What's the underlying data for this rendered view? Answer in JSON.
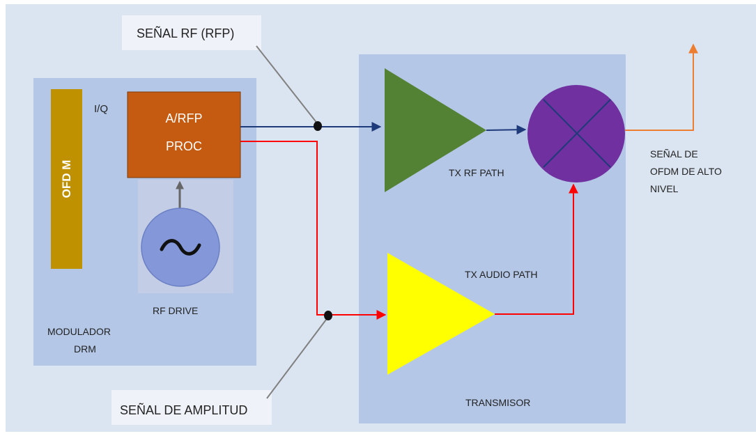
{
  "labels": {
    "ofdm_block": "OFD M",
    "iq": "I/Q",
    "proc_line1": "A/RFP",
    "proc_line2": "PROC",
    "rf_drive": "RF DRIVE",
    "modulador_line1": "MODULADOR",
    "modulador_line2": "DRM",
    "senal_rf": "SEÑAL RF (RFP)",
    "senal_amplitud": "SEÑAL DE AMPLITUD",
    "tx_rf_path": "TX RF PATH",
    "tx_audio_path": "TX AUDIO PATH",
    "transmisor": "TRANSMISOR",
    "output_line1": "SEÑAL DE",
    "output_line2": "OFDM DE ALTO",
    "output_line3": "NIVEL"
  },
  "colors": {
    "background": "#dbe4f1",
    "panel": "#b4c7e7",
    "ofdm_block": "#bf9000",
    "proc_block": "#c55a11",
    "oscillator": "#8497d8",
    "oscillator_bg": "#c3cde6",
    "rf_amplifier": "#548235",
    "audio_amplifier": "#ffff00",
    "mixer": "#7030a0",
    "rf_line": "#1f3a7a",
    "audio_line": "#ff0000",
    "output_line": "#ed7d31",
    "pointer_line": "#808080"
  }
}
